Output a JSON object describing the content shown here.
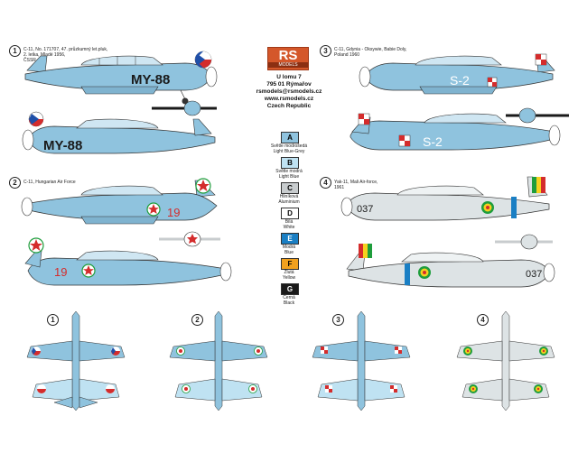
{
  "logo": {
    "brand": "RS",
    "sub": "MODELS"
  },
  "address": [
    "U lomu 7",
    "795 01 Rýmařov",
    "rsmodels@rsmodels.cz",
    "www.rsmodels.cz",
    "Czech Republic"
  ],
  "colors": [
    {
      "letter": "A",
      "cz": "Světle modrošedá",
      "en": "Light Blue-Grey",
      "hex": "#8fc3de"
    },
    {
      "letter": "B",
      "cz": "Světle modrá",
      "en": "Light Blue",
      "hex": "#bfe2f2"
    },
    {
      "letter": "C",
      "cz": "Hliníková",
      "en": "Aluminium",
      "hex": "#c8ccce"
    },
    {
      "letter": "D",
      "cz": "Bílá",
      "en": "White",
      "hex": "#ffffff"
    },
    {
      "letter": "E",
      "cz": "Modrá",
      "en": "Blue",
      "hex": "#1a7fc4"
    },
    {
      "letter": "F",
      "cz": "Žlutá",
      "en": "Yellow",
      "hex": "#f2a11e"
    },
    {
      "letter": "G",
      "cz": "Černá",
      "en": "Black",
      "hex": "#1a1a1a"
    }
  ],
  "schemes": [
    {
      "num": "1",
      "caption": [
        "C-11, No. 171707, 47. průzkumný let.pluk,",
        "2. letka, Mladé 1956,",
        "ČSSR"
      ],
      "code": "MY-88"
    },
    {
      "num": "2",
      "caption": [
        "C-11, Hungarian Air Force"
      ],
      "code": "19"
    },
    {
      "num": "3",
      "caption": [
        "C-11, Gdynia - Oksywie, Babie Doly,",
        "Poland 1960"
      ],
      "code": "S-2"
    },
    {
      "num": "4",
      "caption": [
        "Yak-11, Mali Air-force,",
        "1961"
      ],
      "code": "037"
    }
  ],
  "bottom_nums": [
    "1",
    "2",
    "3",
    "4"
  ],
  "palette": {
    "fuselage_blue": "#8fc3de",
    "aluminium": "#c8ccce",
    "red": "#d42c2c",
    "cz_blue": "#1f4fa8",
    "mali_green": "#1e9d3c",
    "mali_yellow": "#f5d11f"
  }
}
